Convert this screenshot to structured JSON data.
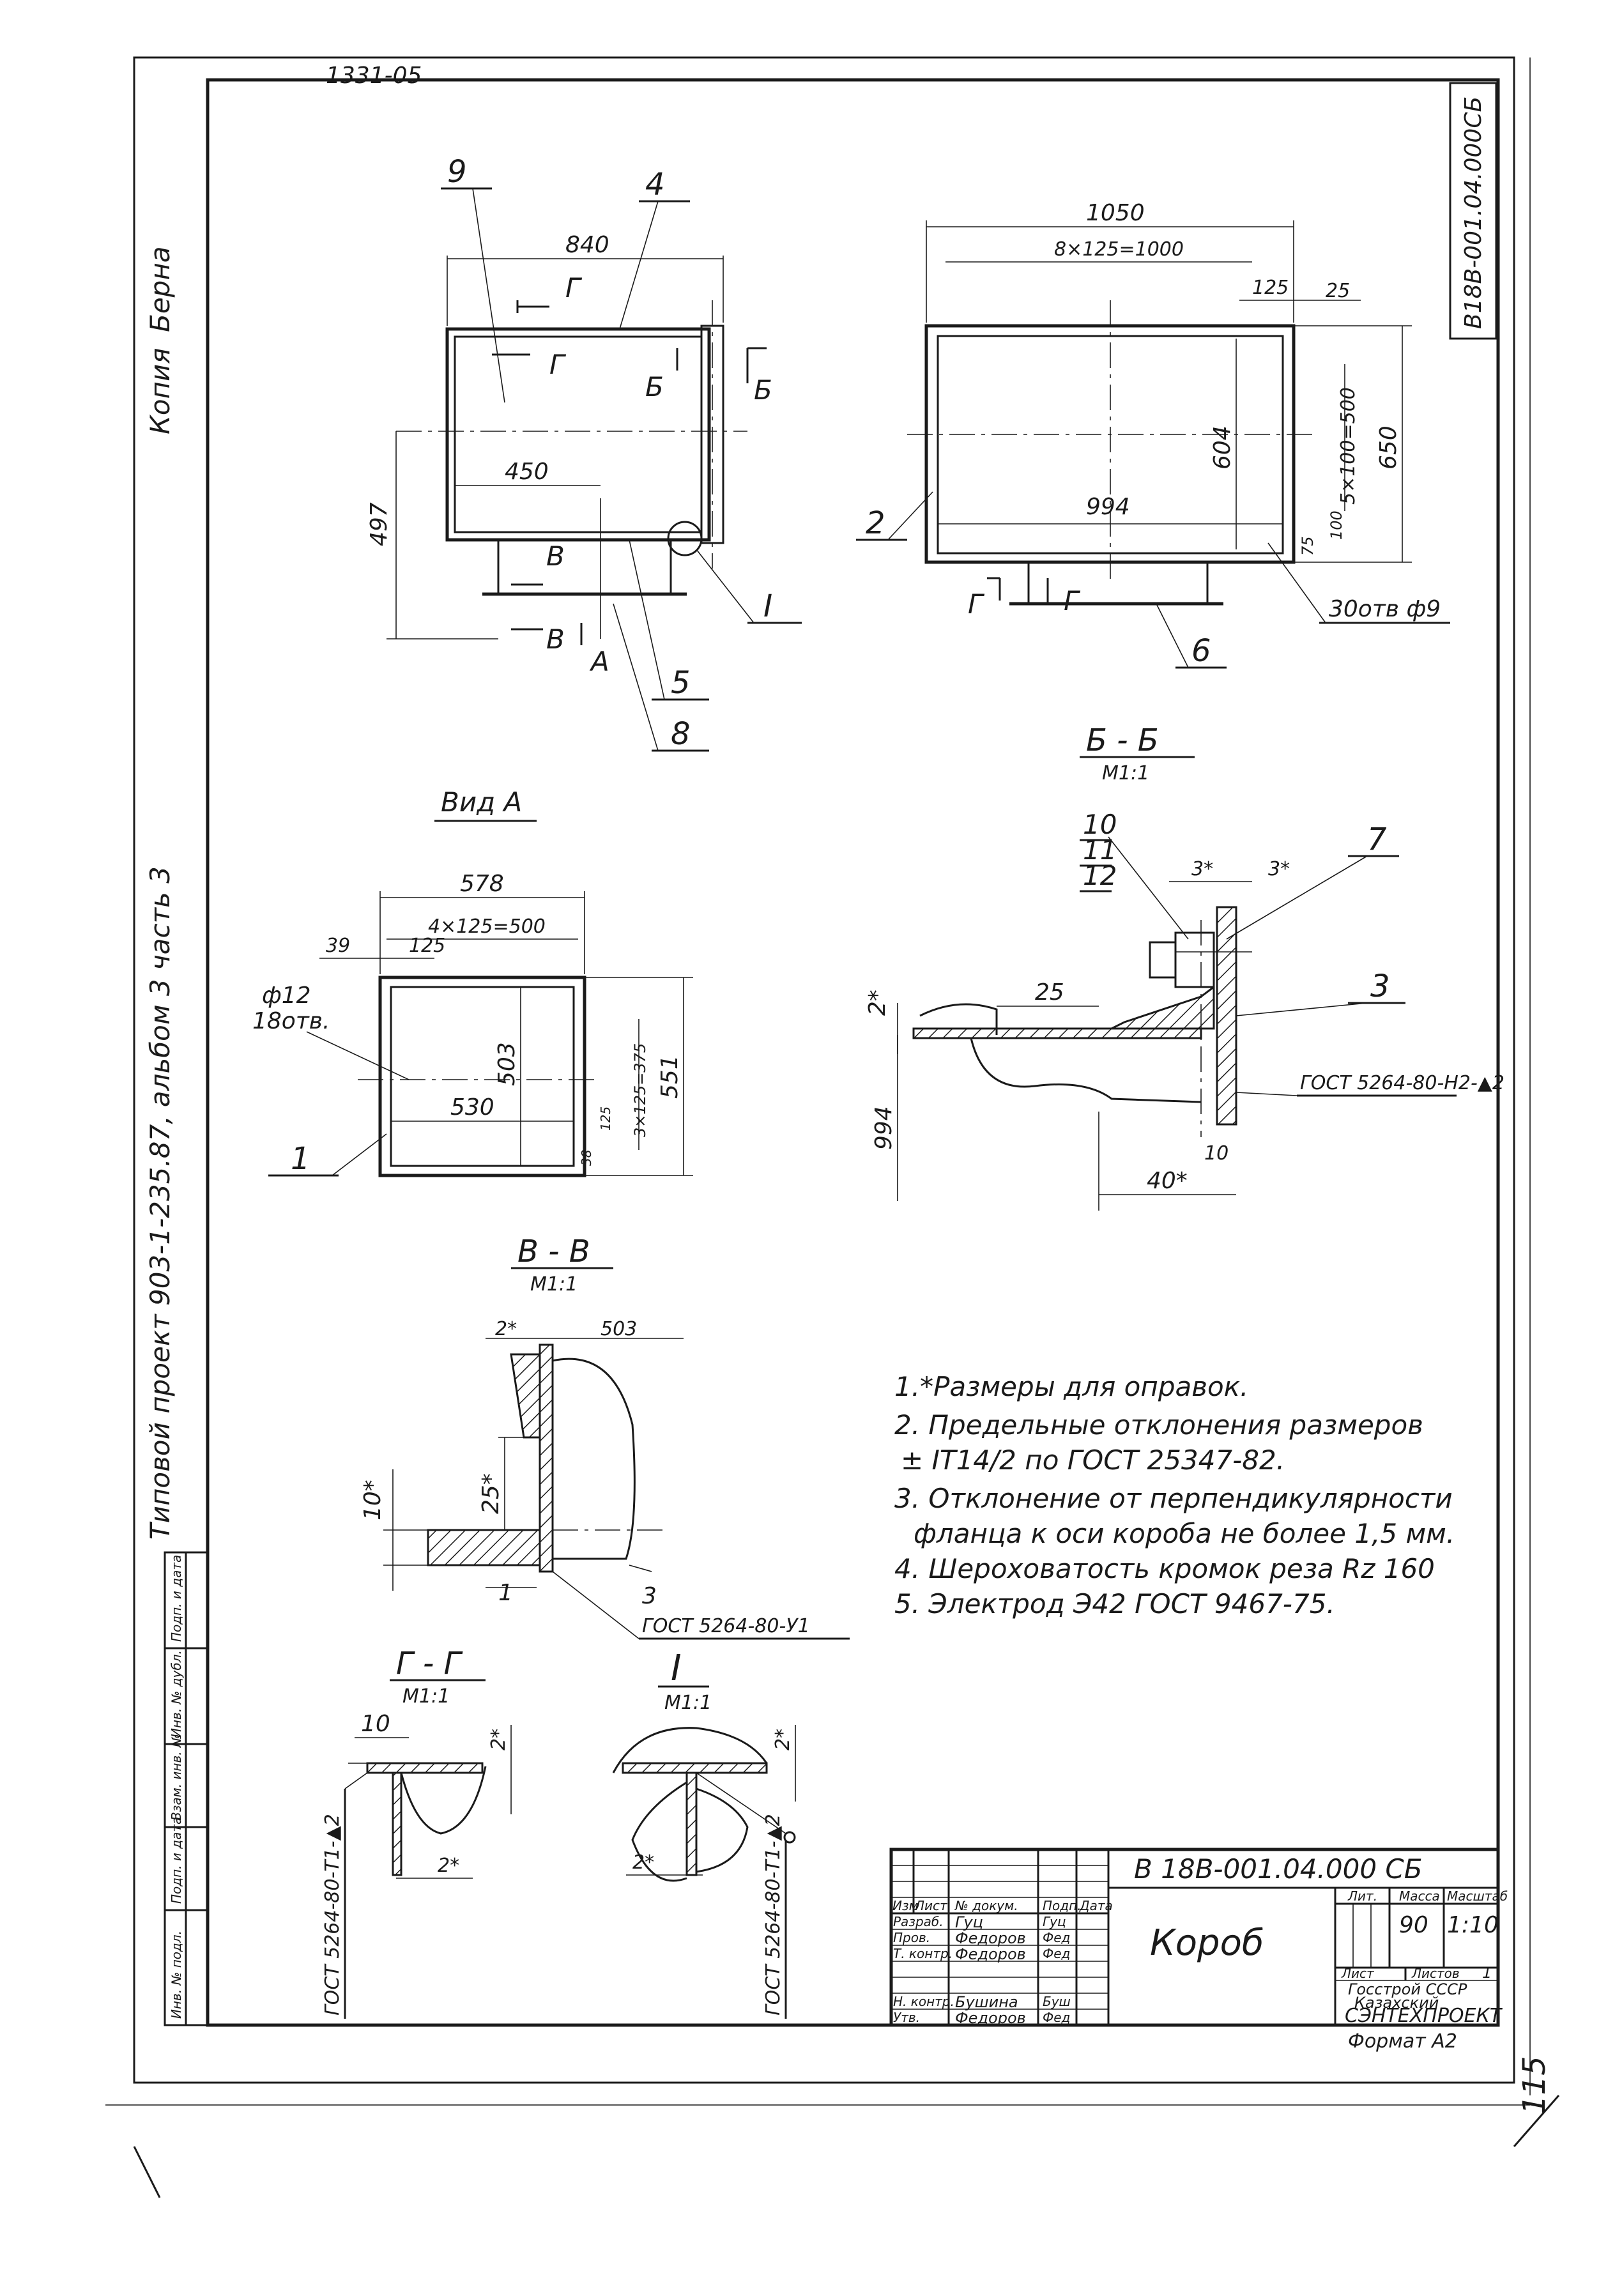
{
  "top_note": "1331-05",
  "side_code": "В18В-001.04.000СБ",
  "side_left": {
    "copy": "Копия",
    "copy_sign": "Берна",
    "project": "Типовой проект 903-1-235.87, альбом 3 часть 3"
  },
  "side_table": [
    "Инв. № подл.",
    "Подп. и дата",
    "Взам. инв. №",
    "Инв. № дубл.",
    "Подп. и дата"
  ],
  "views": {
    "main": {
      "dims": {
        "w840": "840",
        "w450": "450",
        "h497": "497"
      },
      "cuts": {
        "g1": "Г",
        "g2": "Г",
        "b1": "Б",
        "b2": "Б",
        "v1": "В",
        "v2": "В",
        "a": "А"
      },
      "callouts": {
        "c9": "9",
        "c4": "4",
        "c5": "5",
        "c8": "8",
        "cI": "I"
      }
    },
    "side": {
      "dims": {
        "w1050": "1050",
        "w8x125": "8×125=1000",
        "d125": "125",
        "d25": "25",
        "w994": "994",
        "h604": "604",
        "h5x100": "5×100=500",
        "h650": "650",
        "d100": "100",
        "d75": "75"
      },
      "cuts": {
        "g1": "Г",
        "g2": "Г"
      },
      "callouts": {
        "c2": "2",
        "c6": "6",
        "holes": "30отв ф9"
      }
    },
    "view_a": {
      "title": "Вид А",
      "dims": {
        "w578": "578",
        "w4x125": "4×125=500",
        "d39": "39",
        "d125": "125",
        "w530": "530",
        "h503": "503",
        "h3x125": "3×125=375",
        "h551": "551",
        "d125b": "125",
        "d38": "38"
      },
      "holes": "ф12",
      "holes_count": "18отв.",
      "callout": "1"
    },
    "section_bb": {
      "title": "Б - Б",
      "scale": "М1:1",
      "callouts": {
        "c10": "10",
        "c11": "11",
        "c12": "12",
        "c7": "7",
        "c3": "3"
      },
      "dims": {
        "d3a": "3*",
        "d3b": "3*",
        "d2": "2*",
        "d25": "25",
        "d994": "994",
        "d10": "10",
        "d40": "40*"
      },
      "weld": "ГОСТ 5264-80-Н2-▲2"
    },
    "section_vv": {
      "title": "В - В",
      "scale": "М1:1",
      "dims": {
        "d2": "2*",
        "d503": "503",
        "d10": "10*",
        "d25": "25*"
      },
      "callouts": {
        "c1": "1",
        "c3": "3"
      },
      "weld": "ГОСТ 5264-80-У1"
    },
    "section_gg": {
      "title": "Г - Г",
      "scale": "М1:1",
      "dims": {
        "d10": "10",
        "d2a": "2*",
        "d2b": "2*"
      },
      "weld": "ГОСТ 5264-80-Т1-▲2"
    },
    "detail_i": {
      "title": "I",
      "scale": "М1:1",
      "dims": {
        "d2a": "2*",
        "d2b": "2*"
      },
      "weld": "ГОСТ 5264-80-Т1-▲2"
    }
  },
  "notes": [
    "1.*Размеры для оправок.",
    "2. Предельные отклонения размеров",
    "± IT14/2 по ГОСТ 25347-82.",
    "3. Отклонение от перпендикулярности",
    "фланца к оси короба не более 1,5 мм.",
    "4. Шероховатость кромок реза Rz 160",
    "5. Электрод Э42 ГОСТ 9467-75."
  ],
  "title_block": {
    "doc_number": "В 18В-001.04.000 СБ",
    "name": "Короб",
    "col_headers": [
      "Изм",
      "Лист",
      "№ докум.",
      "Подп.",
      "Дата"
    ],
    "roles": [
      {
        "role": "Разраб.",
        "name": "Гуц",
        "sign": "Гуц"
      },
      {
        "role": "Пров.",
        "name": "Федоров",
        "sign": "Фед"
      },
      {
        "role": "Т. контр.",
        "name": "Федоров",
        "sign": "Фед"
      },
      {
        "role": "Н. контр.",
        "name": "Бушина",
        "sign": "Буш"
      },
      {
        "role": "Утв.",
        "name": "Федоров",
        "sign": "Фед"
      }
    ],
    "lit_label": "Лит.",
    "mass_label": "Масса",
    "scale_label": "Масштаб",
    "mass": "90",
    "scale": "1:10",
    "sheet_label": "Лист",
    "sheets_label": "Листов",
    "sheets": "1",
    "org1": "Госстрой СССР",
    "org2": "Казахский",
    "org3": "СЭНТЕХПРОЕКТ",
    "format": "Формат А2"
  },
  "bottom_mark": "115"
}
